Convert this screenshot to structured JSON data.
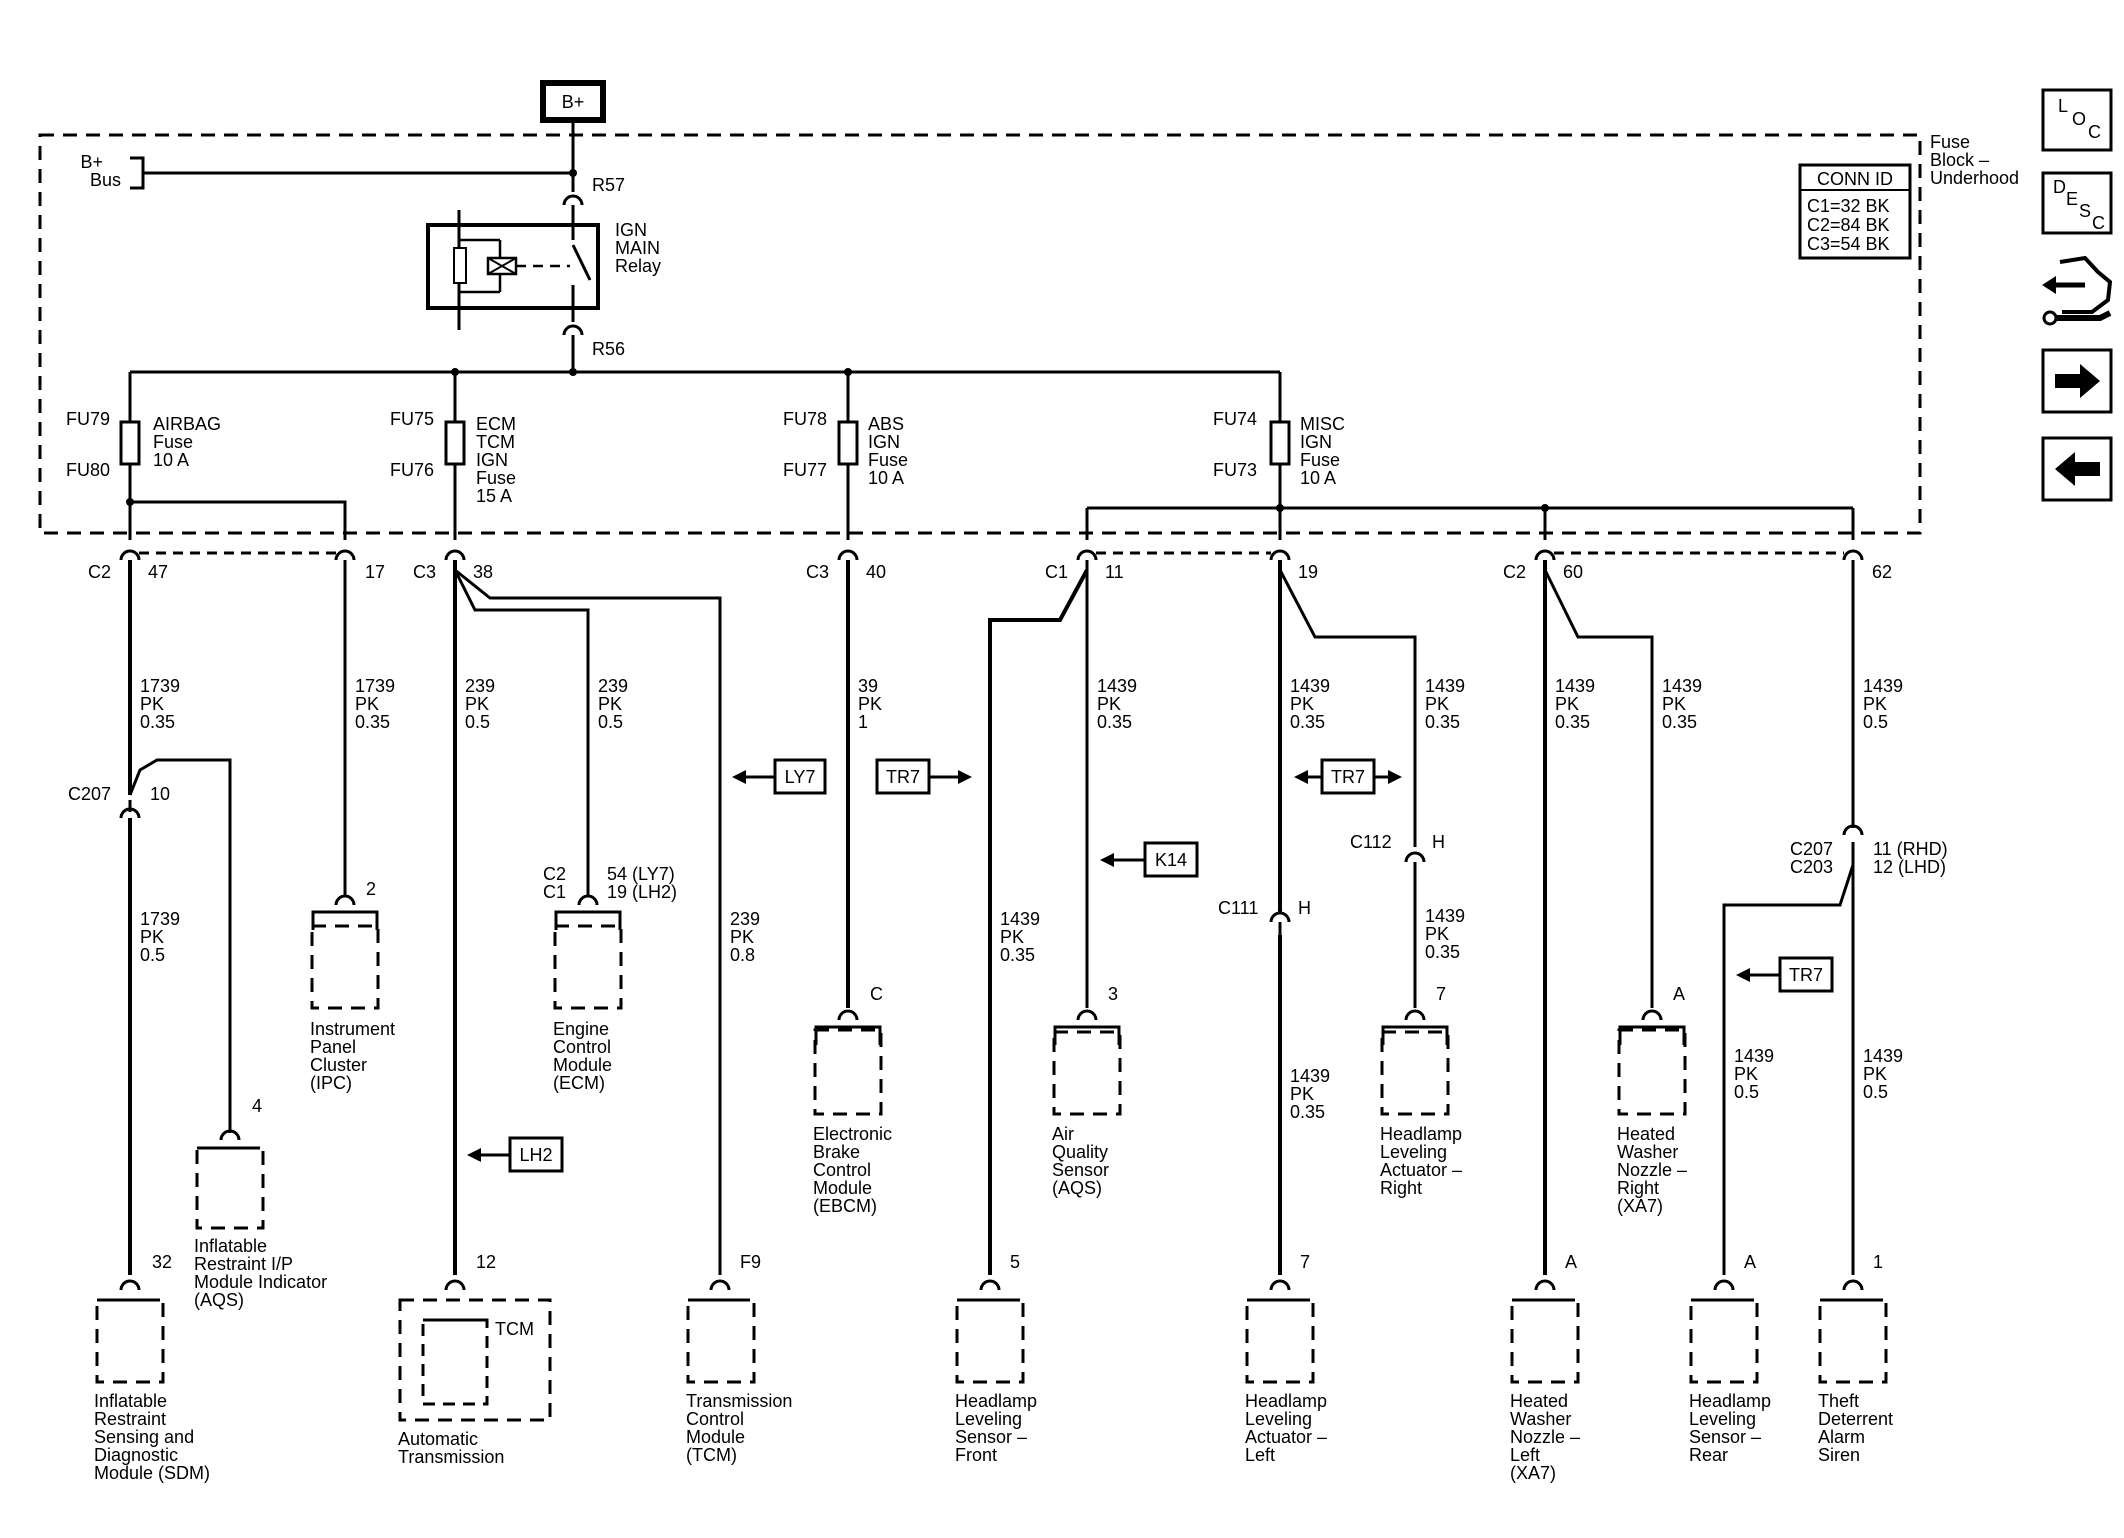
{
  "supply": {
    "label": "B+"
  },
  "bus": {
    "line1": "B+",
    "line2": "Bus"
  },
  "fuse_block": {
    "line1": "Fuse",
    "line2": "Block –",
    "line3": "Underhood"
  },
  "conn_id": {
    "title": "CONN ID",
    "c1": "C1=32 BK",
    "c2": "C2=84 BK",
    "c3": "C3=54 BK"
  },
  "relay": {
    "top_pin": "R57",
    "bottom_pin": "R56",
    "line1": "IGN",
    "line2": "MAIN",
    "line3": "Relay"
  },
  "fuses": [
    {
      "top": "FU79",
      "bottom": "FU80",
      "lines": [
        "AIRBAG",
        "Fuse",
        "10 A"
      ]
    },
    {
      "top": "FU75",
      "bottom": "FU76",
      "lines": [
        "ECM",
        "TCM",
        "IGN",
        "Fuse",
        "15 A"
      ]
    },
    {
      "top": "FU78",
      "bottom": "FU77",
      "lines": [
        "ABS",
        "IGN",
        "Fuse",
        "10 A"
      ]
    },
    {
      "top": "FU74",
      "bottom": "FU73",
      "lines": [
        "MISC",
        "IGN",
        "Fuse",
        "10 A"
      ]
    }
  ],
  "connectors": {
    "c2a": "C2",
    "c2a_pin": "47",
    "c2a_pin2": "17",
    "c3a": "C3",
    "c3a_pin": "38",
    "c3b": "C3",
    "c3b_pin": "40",
    "c1": "C1",
    "c1_pin": "11",
    "c1_pin2": "19",
    "c2b": "C2",
    "c2b_pin": "60",
    "c2b_pin2": "62",
    "c207": "C207",
    "c207_pin": "10",
    "c2c1_a": "C2",
    "c2c1_b": "C1",
    "ecm_pin_a": "54 (LY7)",
    "ecm_pin_b": "19 (LH2)",
    "c112": "C112",
    "c112_pin": "H",
    "c111": "C111",
    "c111_pin": "H",
    "c207b": "C207",
    "c203": "C203",
    "rhd": "11 (RHD)",
    "lhd": "12 (LHD)"
  },
  "wires": {
    "w1": [
      "1739",
      "PK",
      "0.35"
    ],
    "w2": [
      "1739",
      "PK",
      "0.35"
    ],
    "w3": [
      "239",
      "PK",
      "0.5"
    ],
    "w4": [
      "239",
      "PK",
      "0.5"
    ],
    "w5": [
      "39",
      "PK",
      "1"
    ],
    "w6": [
      "1439",
      "PK",
      "0.35"
    ],
    "w7": [
      "1439",
      "PK",
      "0.35"
    ],
    "w8": [
      "1439",
      "PK",
      "0.35"
    ],
    "w9": [
      "1439",
      "PK",
      "0.35"
    ],
    "w10": [
      "1439",
      "PK",
      "0.35"
    ],
    "w11": [
      "1439",
      "PK",
      "0.5"
    ],
    "w12": [
      "1739",
      "PK",
      "0.5"
    ],
    "w13": [
      "239",
      "PK",
      "0.8"
    ],
    "w14": [
      "1439",
      "PK",
      "0.35"
    ],
    "w15": [
      "1439",
      "PK",
      "0.35"
    ],
    "w16": [
      "1439",
      "PK",
      "0.35"
    ],
    "w17": [
      "1439",
      "PK",
      "0.5"
    ],
    "w18": [
      "1439",
      "PK",
      "0.5"
    ]
  },
  "options": {
    "ly7": "LY7",
    "tr7a": "TR7",
    "tr7b": "TR7",
    "k14": "K14",
    "tr7c": "TR7",
    "lh2": "LH2"
  },
  "components": {
    "ipc": {
      "pin": "2",
      "lines": [
        "Instrument",
        "Panel",
        "Cluster",
        "(IPC)"
      ]
    },
    "ecm": {
      "lines": [
        "Engine",
        "Control",
        "Module",
        "(ECM)"
      ]
    },
    "ebcm": {
      "pin": "C",
      "lines": [
        "Electronic",
        "Brake",
        "Control",
        "Module",
        "(EBCM)"
      ]
    },
    "aqs": {
      "pin": "3",
      "lines": [
        "Air",
        "Quality",
        "Sensor",
        "(AQS)"
      ]
    },
    "hla_r": {
      "pin": "7",
      "lines": [
        "Headlamp",
        "Leveling",
        "Actuator –",
        "Right"
      ]
    },
    "hwn_r": {
      "pin": "A",
      "lines": [
        "Heated",
        "Washer",
        "Nozzle –",
        "Right",
        "(XA7)"
      ]
    },
    "ind": {
      "pin": "4",
      "lines": [
        "Inflatable",
        "Restraint I/P",
        "Module Indicator",
        "(AQS)"
      ]
    },
    "sdm": {
      "pin": "32",
      "lines": [
        "Inflatable",
        "Restraint",
        "Sensing and",
        "Diagnostic",
        "Module (SDM)"
      ]
    },
    "at": {
      "pin": "12",
      "inner": "TCM",
      "lines": [
        "Automatic",
        "Transmission"
      ]
    },
    "tcm": {
      "pin": "F9",
      "lines": [
        "Transmission",
        "Control",
        "Module",
        "(TCM)"
      ]
    },
    "hls_f": {
      "pin": "5",
      "lines": [
        "Headlamp",
        "Leveling",
        "Sensor –",
        "Front"
      ]
    },
    "hla_l": {
      "pin": "7",
      "lines": [
        "Headlamp",
        "Leveling",
        "Actuator –",
        "Left"
      ]
    },
    "hwn_l": {
      "pin": "A",
      "lines": [
        "Heated",
        "Washer",
        "Nozzle –",
        "Left",
        "(XA7)"
      ]
    },
    "hls_r": {
      "pin": "A",
      "lines": [
        "Headlamp",
        "Leveling",
        "Sensor –",
        "Rear"
      ]
    },
    "siren": {
      "pin": "1",
      "lines": [
        "Theft",
        "Deterrent",
        "Alarm",
        "Siren"
      ]
    }
  },
  "nav": {
    "loc": {
      "l1": "L",
      "l2": "O",
      "l3": "C"
    },
    "desc": {
      "l1": "D",
      "l2": "E",
      "l3": "S",
      "l4": "C"
    },
    "icons": [
      "schematic-tools-icon",
      "arrow-right-icon",
      "arrow-left-icon"
    ]
  }
}
